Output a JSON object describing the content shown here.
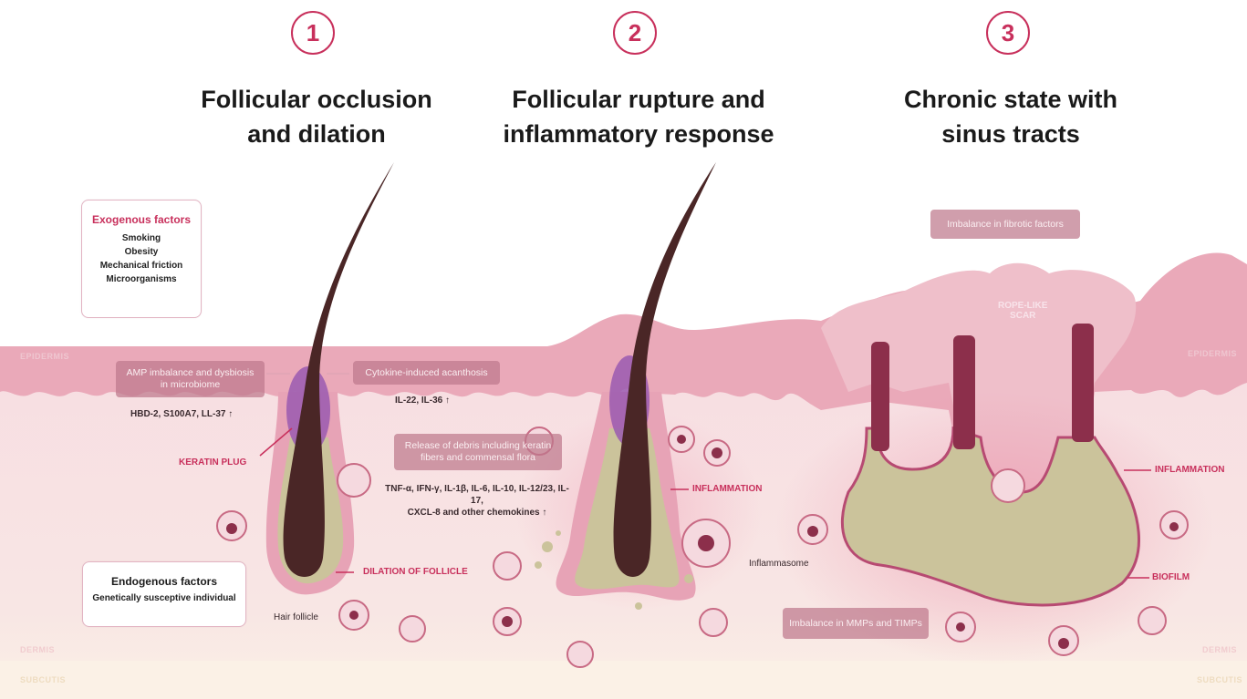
{
  "stages": [
    {
      "number": "1",
      "title": "Follicular occlusion\nand dilation"
    },
    {
      "number": "2",
      "title": "Follicular rupture and\ninflammatory response"
    },
    {
      "number": "3",
      "title": "Chronic state with\nsinus tracts"
    }
  ],
  "exogenous": {
    "title": "Exogenous factors",
    "items": [
      "Smoking",
      "Obesity",
      "Mechanical friction",
      "Microorganisms"
    ]
  },
  "endogenous": {
    "title": "Endogenous factors",
    "items": [
      "Genetically susceptive individual"
    ]
  },
  "boxes": {
    "amp": "AMP imbalance and dysbiosis\nin microbiome",
    "cytokine": "Cytokine-induced acanthosis",
    "debris": "Release of debris including keratin\nfibers and commensal flora",
    "fibrotic": "Imbalance in fibrotic factors",
    "mmps": "Imbalance in MMPs and TIMPs"
  },
  "labels": {
    "hbd": "HBD-2, S100A7, LL-37 ↑",
    "il22": "IL-22, IL-36 ↑",
    "tnf": "TNF-α, IFN-γ, IL-1β, IL-6, IL-10, IL-12/23, IL-17,\nCXCL-8 and other chemokines ↑",
    "keratin_plug": "KERATIN PLUG",
    "dilation": "DILATION OF FOLLICLE",
    "hair_follicle": "Hair follicle",
    "inflammation_1": "INFLAMMATION",
    "inflammation_2": "INFLAMMATION",
    "inflammasome": "Inflammasome",
    "rope_scar": "ROPE-LIKE\nSCAR",
    "biofilm": "BIOFILM"
  },
  "layers": {
    "epidermis_left": "EPIDERMIS",
    "epidermis_right": "EPIDERMIS",
    "dermis_left": "DERMIS",
    "dermis_right": "DERMIS",
    "subcutis_left": "SUBCUTIS",
    "subcutis_right": "SUBCUTIS"
  },
  "colors": {
    "accent": "#c8305c",
    "skin": "#f6dce0",
    "epidermis": "#e9a4b6",
    "hair": "#4a2626",
    "sebum": "#c9c197",
    "keratin": "#8a4ea6"
  }
}
